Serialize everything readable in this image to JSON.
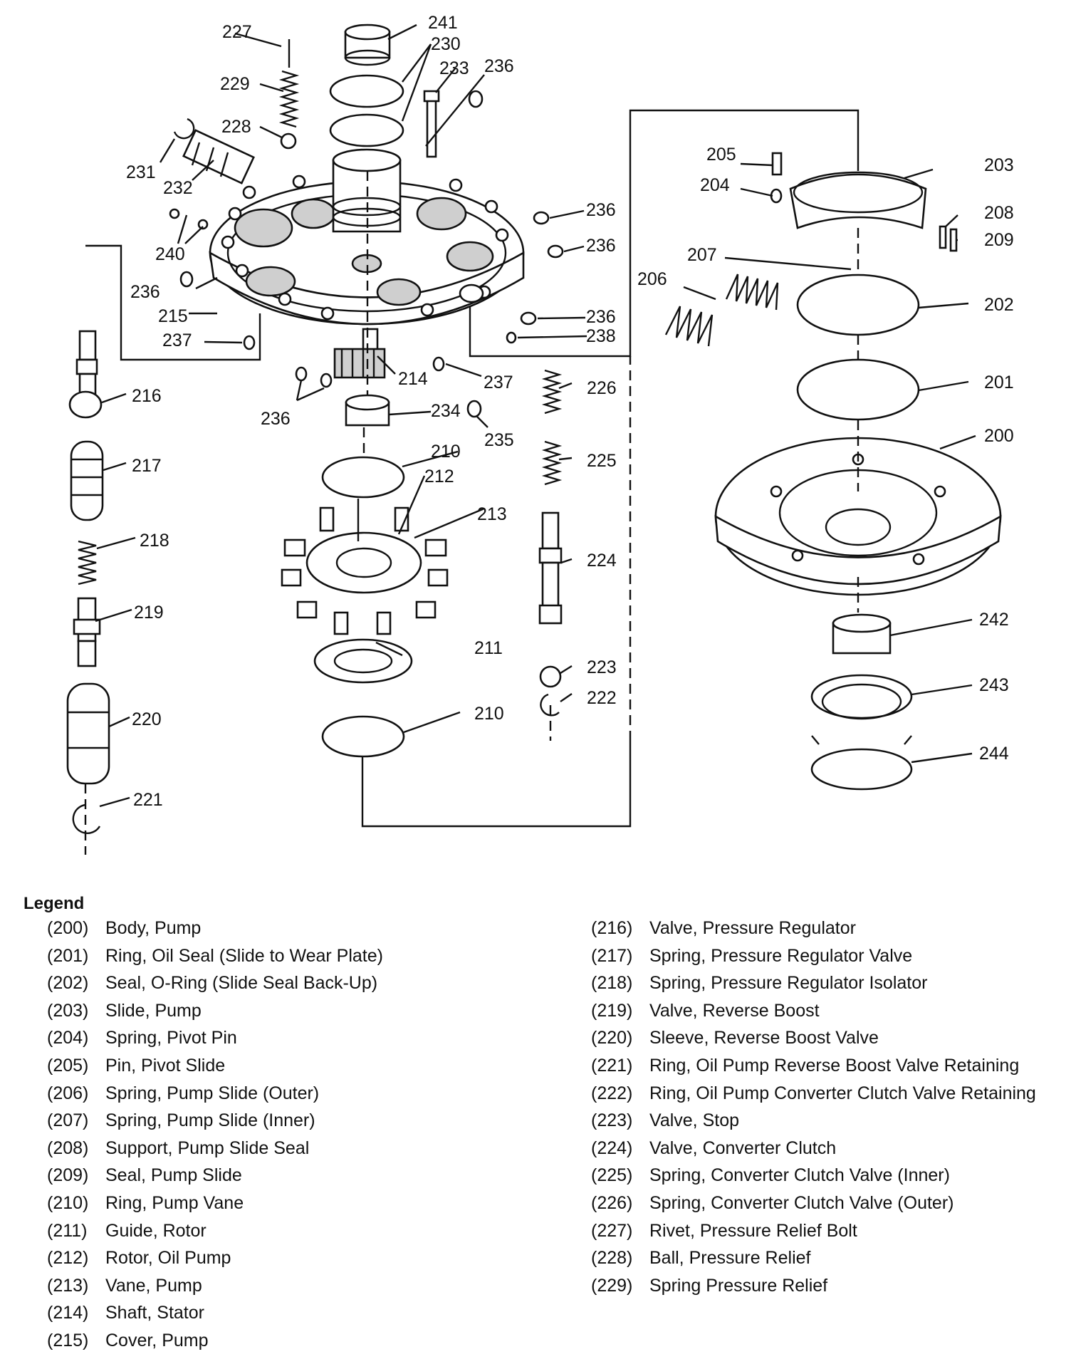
{
  "diagram": {
    "callouts": [
      "200",
      "201",
      "202",
      "203",
      "204",
      "205",
      "206",
      "207",
      "208",
      "209",
      "210",
      "211",
      "212",
      "213",
      "214",
      "215",
      "216",
      "217",
      "218",
      "219",
      "220",
      "221",
      "222",
      "223",
      "224",
      "225",
      "226",
      "227",
      "228",
      "229",
      "230",
      "231",
      "232",
      "233",
      "234",
      "235",
      "236",
      "237",
      "238",
      "240",
      "241",
      "242",
      "243",
      "244"
    ]
  },
  "legend": {
    "title": "Legend",
    "left": [
      {
        "num": "(200)",
        "text": "Body, Pump"
      },
      {
        "num": "(201)",
        "text": "Ring, Oil Seal (Slide to Wear Plate)"
      },
      {
        "num": "(202)",
        "text": "Seal, O-Ring (Slide Seal Back-Up)"
      },
      {
        "num": "(203)",
        "text": "Slide, Pump"
      },
      {
        "num": "(204)",
        "text": "Spring, Pivot Pin"
      },
      {
        "num": "(205)",
        "text": "Pin, Pivot Slide"
      },
      {
        "num": "(206)",
        "text": "Spring, Pump Slide (Outer)"
      },
      {
        "num": "(207)",
        "text": "Spring, Pump Slide (Inner)"
      },
      {
        "num": "(208)",
        "text": "Support, Pump Slide Seal"
      },
      {
        "num": "(209)",
        "text": "Seal, Pump Slide"
      },
      {
        "num": "(210)",
        "text": "Ring, Pump Vane"
      },
      {
        "num": "(211)",
        "text": "Guide, Rotor"
      },
      {
        "num": "(212)",
        "text": "Rotor, Oil Pump"
      },
      {
        "num": "(213)",
        "text": "Vane, Pump"
      },
      {
        "num": "(214)",
        "text": "Shaft, Stator"
      },
      {
        "num": "(215)",
        "text": "Cover, Pump"
      }
    ],
    "right": [
      {
        "num": "(216)",
        "text": "Valve, Pressure Regulator"
      },
      {
        "num": "(217)",
        "text": "Spring, Pressure Regulator Valve"
      },
      {
        "num": "(218)",
        "text": "Spring, Pressure Regulator Isolator"
      },
      {
        "num": "(219)",
        "text": "Valve, Reverse Boost"
      },
      {
        "num": "(220)",
        "text": "Sleeve, Reverse Boost Valve"
      },
      {
        "num": "(221)",
        "text": "Ring, Oil Pump Reverse Boost Valve Retaining"
      },
      {
        "num": "(222)",
        "text": "Ring, Oil Pump Converter Clutch Valve Retaining"
      },
      {
        "num": "(223)",
        "text": "Valve, Stop"
      },
      {
        "num": "(224)",
        "text": "Valve, Converter Clutch"
      },
      {
        "num": "(225)",
        "text": "Spring, Converter Clutch Valve (Inner)"
      },
      {
        "num": "(226)",
        "text": "Spring, Converter Clutch Valve (Outer)"
      },
      {
        "num": "(227)",
        "text": "Rivet, Pressure Relief Bolt"
      },
      {
        "num": "(228)",
        "text": "Ball, Pressure Relief"
      },
      {
        "num": "(229)",
        "text": "Spring Pressure Relief"
      }
    ]
  }
}
